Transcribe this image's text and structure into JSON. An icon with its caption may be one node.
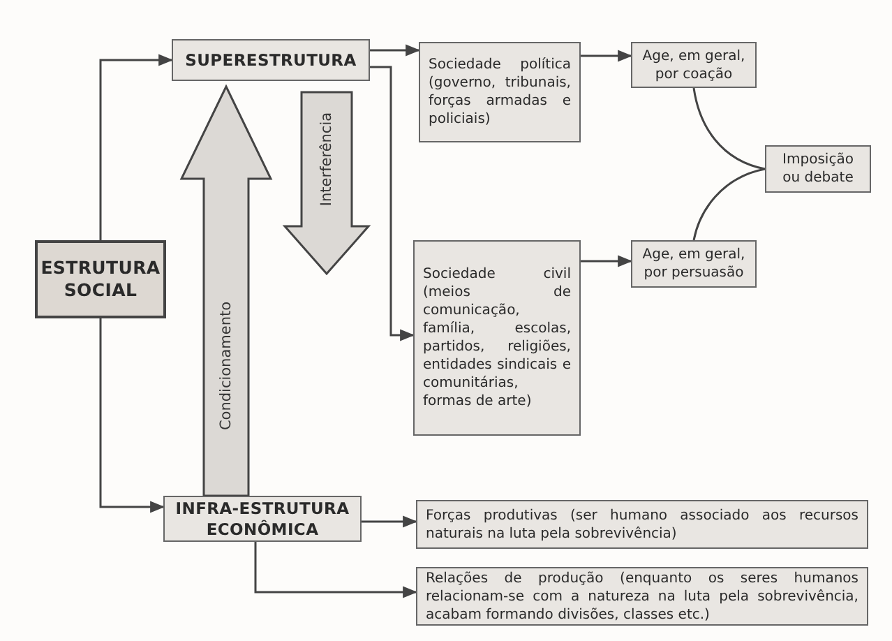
{
  "diagram": {
    "nodes": [
      {
        "text": [
          "ESTRUTURA SOCIAL"
        ]
      },
      {
        "text": [
          "SUPERESTRUTURA"
        ]
      },
      {
        "text": [
          "Sociedade política (governo, tribunais, forças armadas e policiais)"
        ]
      },
      {
        "text": [
          "Age, em geral, por coação"
        ]
      },
      {
        "text": [
          "Imposição ou debate"
        ]
      },
      {
        "text": [
          "Sociedade civil (meios de comunicação, família, escolas, partidos, religiões, entidades sindicais e comunitárias, formas de arte)"
        ]
      },
      {
        "text": [
          "Age, em geral, por persuasão"
        ]
      },
      {
        "text": [
          "INFRA-ESTRUTURA ECONÔMICA"
        ]
      },
      {
        "text": [
          "Forças produtivas (ser humano associado aos recursos naturais na luta pela sobrevivência)"
        ]
      },
      {
        "text": [
          "Relações de produção (enquanto os seres humanos relacionam-se com a natureza na luta pela sobrevivência, acabam formando divisões, classes etc.)"
        ]
      }
    ],
    "edges": [
      {
        "from": 0,
        "to": 1,
        "arrow": "to"
      },
      {
        "from": 0,
        "to": 7,
        "arrow": "to"
      },
      {
        "from": 1,
        "to": 2,
        "arrow": "to"
      },
      {
        "from": 1,
        "to": 5,
        "arrow": "to"
      },
      {
        "from": 2,
        "to": 3,
        "arrow": "to"
      },
      {
        "from": 5,
        "to": 6,
        "arrow": "to"
      },
      {
        "from": 3,
        "to": 4,
        "arrow": "none"
      },
      {
        "from": 6,
        "to": 4,
        "arrow": "none"
      },
      {
        "from": 7,
        "to": 8,
        "arrow": "to"
      },
      {
        "from": 7,
        "to": 9,
        "arrow": "to"
      },
      {
        "from": 7,
        "to": 1,
        "arrow": "to",
        "label": "Condicionamento",
        "style": "thick"
      },
      {
        "from": 1,
        "to": null,
        "arrow": "to",
        "label": "Interferência",
        "style": "thick"
      }
    ]
  }
}
